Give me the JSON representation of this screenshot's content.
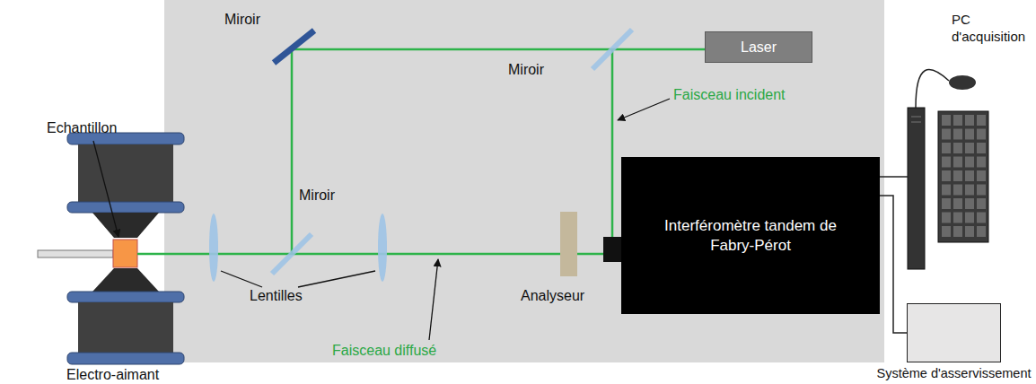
{
  "diagram": {
    "nodes": [
      {
        "text": [
          "Laser"
        ]
      },
      {
        "text": [
          "Interféromètre tandem de Fabry-Pérot"
        ]
      },
      {
        "text": [
          "Système d'asservissement"
        ]
      }
    ],
    "edges": [
      {
        "from": 1,
        "to": 2,
        "arrow": "none"
      }
    ],
    "labels": [
      "Echantillon",
      "Miroir",
      "Miroir",
      "Miroir",
      "Lentilles",
      "Faisceau diffusé",
      "Analyseur",
      "Faisceau incident",
      "Electro-aimant",
      "PC d'acquisition"
    ]
  }
}
